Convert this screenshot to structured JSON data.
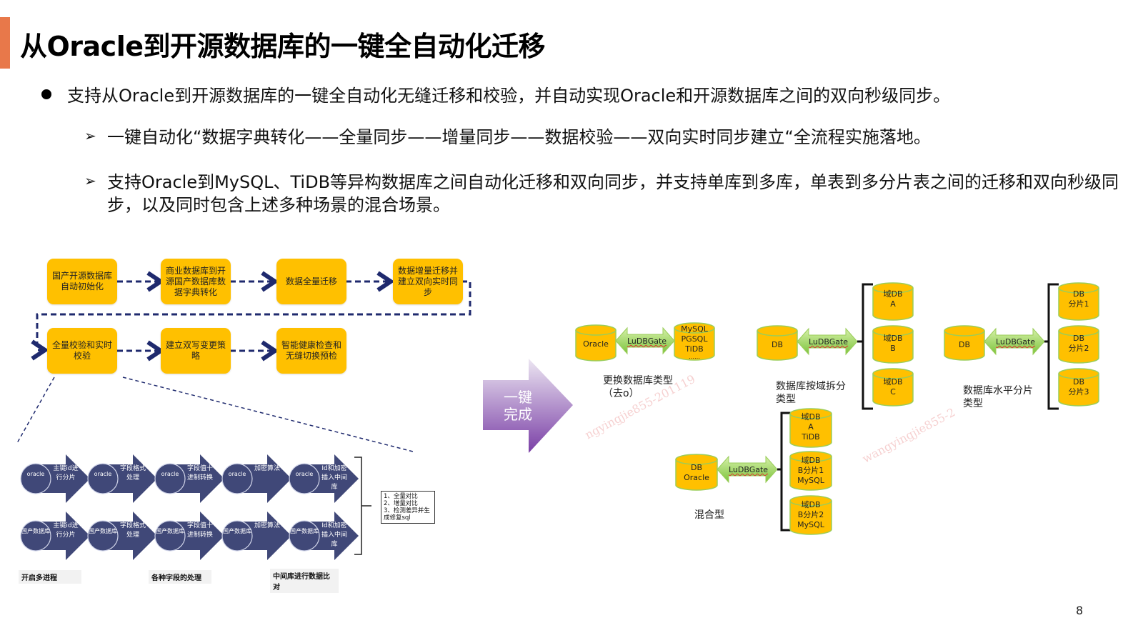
{
  "slide": {
    "title": "从Oracle到开源数据库的一键全自动化迁移",
    "page_number": "8",
    "accent_color": "#E8784A"
  },
  "bullets": {
    "main": "支持从Oracle到开源数据库的一键全自动化无缝迁移和校验，并自动实现Oracle和开源数据库之间的双向秒级同步。",
    "sub": [
      "一键自动化“数据字典转化——全量同步——增量同步——数据校验——双向实时同步建立“全流程实施落地。",
      "支持Oracle到MySQL、TiDB等异构数据库之间自动化迁移和双向同步，并支持单库到多库，单表到多分片表之间的迁移和双向秒级同步，以及同时包含上述多种场景的混合场景。"
    ],
    "sub_marker": "➢"
  },
  "flow": {
    "box_color": "#FFC000",
    "connector_color": "#1F2A6E",
    "steps": [
      "国产开源数据库自动初始化",
      "商业数据库到开源国产数据库数据字典转化",
      "数据全量迁移",
      "数据增量迁移并建立双向实时同步",
      "全量校验和实时校验",
      "建立双写变更策略",
      "智能健康检查和无缝切换预检"
    ]
  },
  "process": {
    "arrow_color": "#404878",
    "rows": [
      [
        {
          "source": "oracle",
          "action": "主键id进行分片"
        },
        {
          "source": "oracle",
          "action": "字段格式处理"
        },
        {
          "source": "oracle",
          "action": "字段值十进制转换"
        },
        {
          "source": "oracle",
          "action": "加密算法"
        },
        {
          "source": "oracle",
          "action": "Id和加密插入中间库"
        }
      ],
      [
        {
          "source": "国产数据库",
          "action": "主键id进行分片"
        },
        {
          "source": "国产数据库",
          "action": "字段格式处理"
        },
        {
          "source": "国产数据库",
          "action": "字段值十进制转换"
        },
        {
          "source": "国产数据库",
          "action": "加密算法"
        },
        {
          "source": "国产数据库",
          "action": "Id和加密插入中间库"
        }
      ]
    ],
    "captions": [
      "开启多进程",
      "各种字段的处理",
      "中间库进行数据比对"
    ],
    "compare_note": [
      "1、全量对比",
      "2、增量对比",
      "3、检测差异并生成修复sql"
    ]
  },
  "one_click": {
    "label_line1": "一键",
    "label_line2": "完成"
  },
  "scenarios": {
    "gateway_label": "LuDBGate",
    "db_color": "#FFC000",
    "gate_color": "#92D050",
    "replace_type": {
      "source": "Oracle",
      "targets": [
        "MySQL",
        "PGSQL",
        "TiDB",
        "……"
      ],
      "label": "更换数据库类型",
      "sublabel": "（去o）"
    },
    "domain_split": {
      "source": "DB",
      "targets": [
        [
          "域DB",
          "A"
        ],
        [
          "域DB",
          "B"
        ],
        [
          "域DB",
          "C"
        ]
      ],
      "label": "数据库按域拆分类型"
    },
    "horizontal_shard": {
      "source": "DB",
      "targets": [
        [
          "DB",
          "分片1"
        ],
        [
          "DB",
          "分片2"
        ],
        [
          "DB",
          "分片3"
        ]
      ],
      "label": "数据库水平分片类型"
    },
    "mixed": {
      "source": [
        "DB",
        "Oracle"
      ],
      "targets": [
        [
          "域DB",
          "A",
          "TiDB"
        ],
        [
          "域DB",
          "B分片1",
          "MySQL"
        ],
        [
          "域DB",
          "B分片2",
          "MySQL"
        ]
      ],
      "label": "混合型"
    }
  }
}
